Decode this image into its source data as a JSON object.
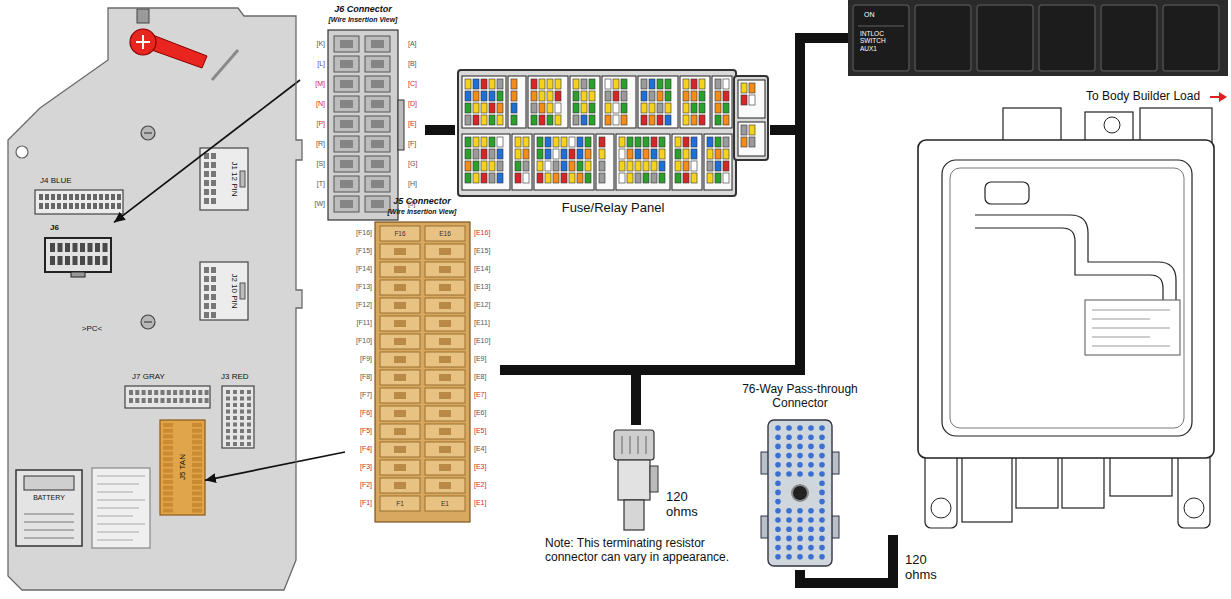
{
  "diagram": {
    "nodes": [
      {
        "text": [
          "J4 BLUE",
          "J1 12 PIN",
          "J2 10 PIN",
          ">PC<",
          "J7 GRAY",
          "J3 RED",
          "BATTERY"
        ]
      },
      {
        "text": [
          "J6"
        ],
        "in": 0
      },
      {
        "text": [
          "J5 TAN"
        ],
        "in": 0
      },
      {
        "text": [
          "J6 Connector",
          "[Wire Insertion View]"
        ]
      },
      {
        "text": [
          "Fuse/Relay Panel"
        ]
      },
      {
        "text": [
          "ON",
          "INTLOC SWITCH AUX1"
        ]
      },
      {
        "text": [
          "To Body Builder Load"
        ]
      },
      {
        "text": [
          "J5 Connector",
          "[Wire Insertion View]"
        ]
      },
      {
        "text": [
          "120 ohms"
        ]
      },
      {
        "text": [
          "76-Way Pass-through Connector"
        ]
      }
    ],
    "edges": [
      {
        "from": 3,
        "to": 1,
        "arrow": "to"
      },
      {
        "from": 7,
        "to": 2,
        "arrow": "to"
      },
      {
        "from": 3,
        "to": 4,
        "arrow": "none"
      },
      {
        "from": 4,
        "to": 5,
        "arrow": "none"
      },
      {
        "from": 7,
        "to": 5,
        "arrow": "none"
      },
      {
        "from": 7,
        "to": 8,
        "arrow": "none"
      },
      {
        "from": 9,
        "to": 6,
        "arrow": "none"
      }
    ],
    "labels": [
      "[K]",
      "[L]",
      "[M]",
      "[N]",
      "[P]",
      "[R]",
      "[S]",
      "[T]",
      "[W]",
      "[A]",
      "[B]",
      "[C]",
      "[D]",
      "[E]",
      "[F]",
      "[G]",
      "[H]",
      "[J]",
      "[F16]",
      "[F15]",
      "[F14]",
      "[F13]",
      "[F12]",
      "[F11]",
      "[F10]",
      "[F9]",
      "[F8]",
      "[F7]",
      "[F6]",
      "[F5]",
      "[F4]",
      "[F3]",
      "[F2]",
      "[F1]",
      "[E16]",
      "[E15]",
      "[E14]",
      "[E13]",
      "[E12]",
      "[E11]",
      "[E10]",
      "[E9]",
      "[E8]",
      "[E7]",
      "[E6]",
      "[E5]",
      "[E4]",
      "[E3]",
      "[E2]",
      "[E1]",
      "F16",
      "E16",
      "F1",
      "E1",
      "Note: This terminating resistor connector can vary in appearance.",
      "120 ohms"
    ]
  }
}
